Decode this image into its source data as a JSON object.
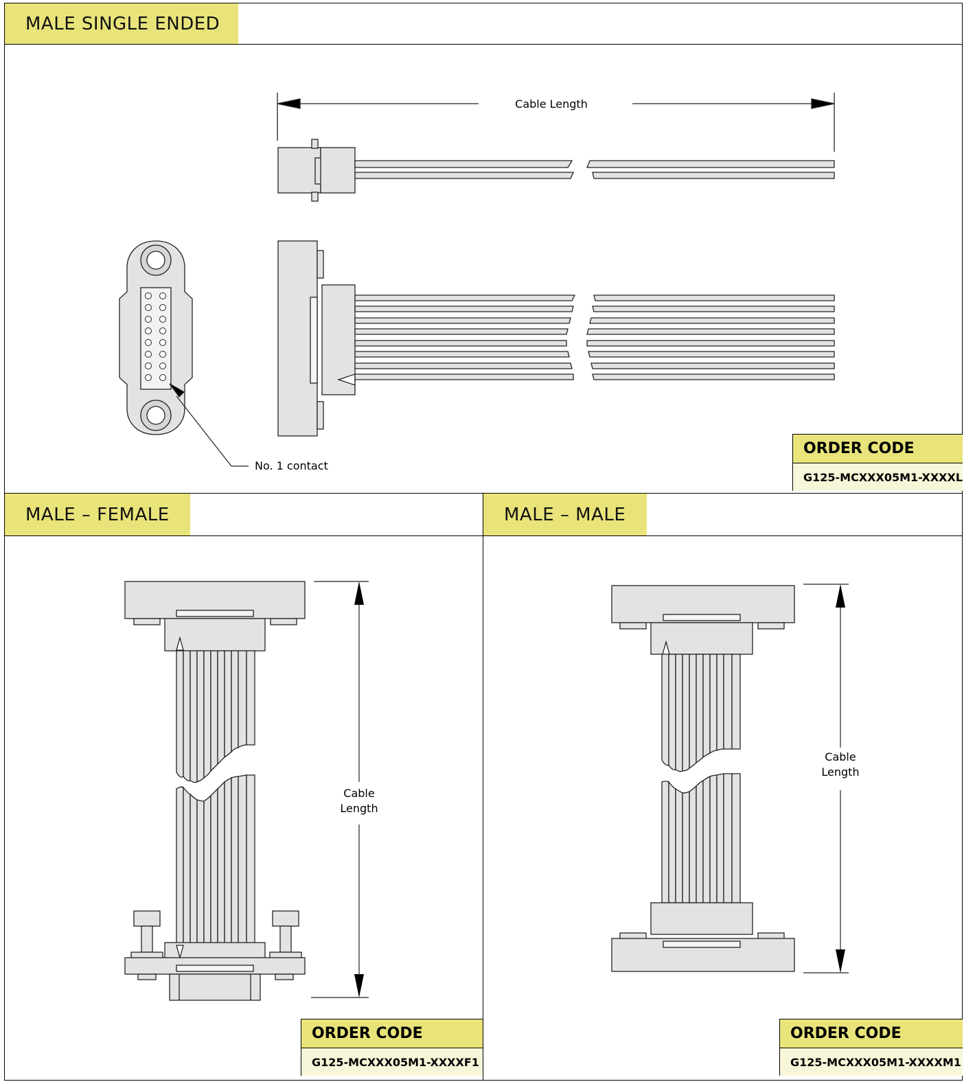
{
  "sections": {
    "single": {
      "title": "MALE SINGLE ENDED",
      "dimension_label": "Cable Length",
      "callout_label": "No. 1 contact",
      "order_label": "ORDER CODE",
      "order_code": "G125-MCXXX05M1-XXXXL"
    },
    "male_female": {
      "title": "MALE – FEMALE",
      "dimension_label_line1": "Cable",
      "dimension_label_line2": "Length",
      "order_label": "ORDER CODE",
      "order_code": "G125-MCXXX05M1-XXXXF1"
    },
    "male_male": {
      "title": "MALE – MALE",
      "dimension_label_line1": "Cable",
      "dimension_label_line2": "Length",
      "order_label": "ORDER CODE",
      "order_code": "G125-MCXXX05M1-XXXXM1"
    }
  },
  "colors": {
    "header_fill": "#e8e47a",
    "code_fill": "#f7f6d9",
    "part_fill": "#e3e3e3",
    "outline": "#222222"
  }
}
